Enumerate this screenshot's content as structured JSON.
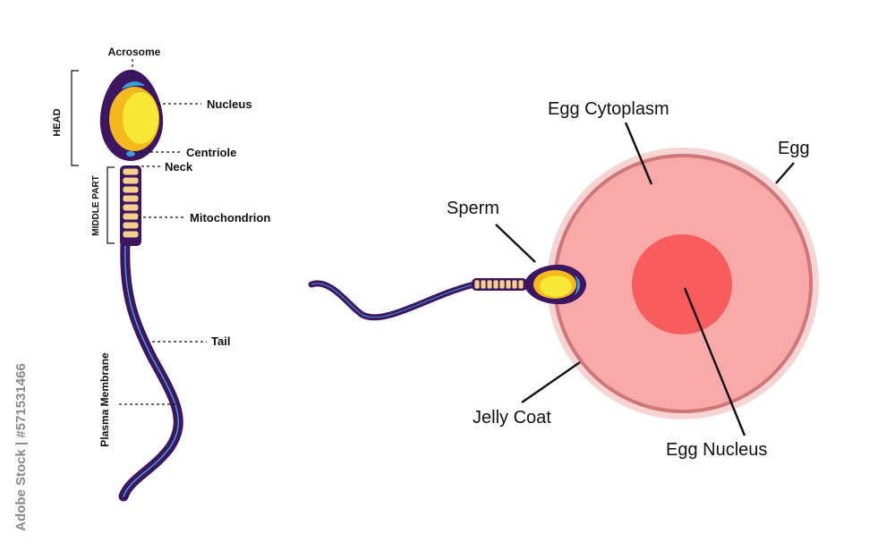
{
  "sperm_anatomy": {
    "acrosome": "Acrosome",
    "nucleus": "Nucleus",
    "centriole": "Centriole",
    "neck": "Neck",
    "mitochondrion": "Mitochondrion",
    "tail": "Tail",
    "plasma_membrane": "Plasma Membrane",
    "head_bracket": "HEAD",
    "middle_part_bracket": "MIDDLE PART"
  },
  "fertilization": {
    "egg_cytoplasm": "Egg Cytoplasm",
    "egg": "Egg",
    "sperm": "Sperm",
    "jelly_coat": "Jelly Coat",
    "egg_nucleus": "Egg Nucleus"
  },
  "watermark": {
    "stock_id": "Adobe Stock | #571531466"
  },
  "colors": {
    "sperm_body": "#3d1560",
    "sperm_nucleus": "#f7e835",
    "sperm_nucleus_rim": "#f5b81d",
    "acrosome": "#3aa0d8",
    "mitochondria": "#f5d18c",
    "egg_outer": "#f8d3d3",
    "egg_cytoplasm": "#f8a9a9",
    "egg_border": "#cf7777",
    "egg_nucleus": "#f85c5c"
  }
}
